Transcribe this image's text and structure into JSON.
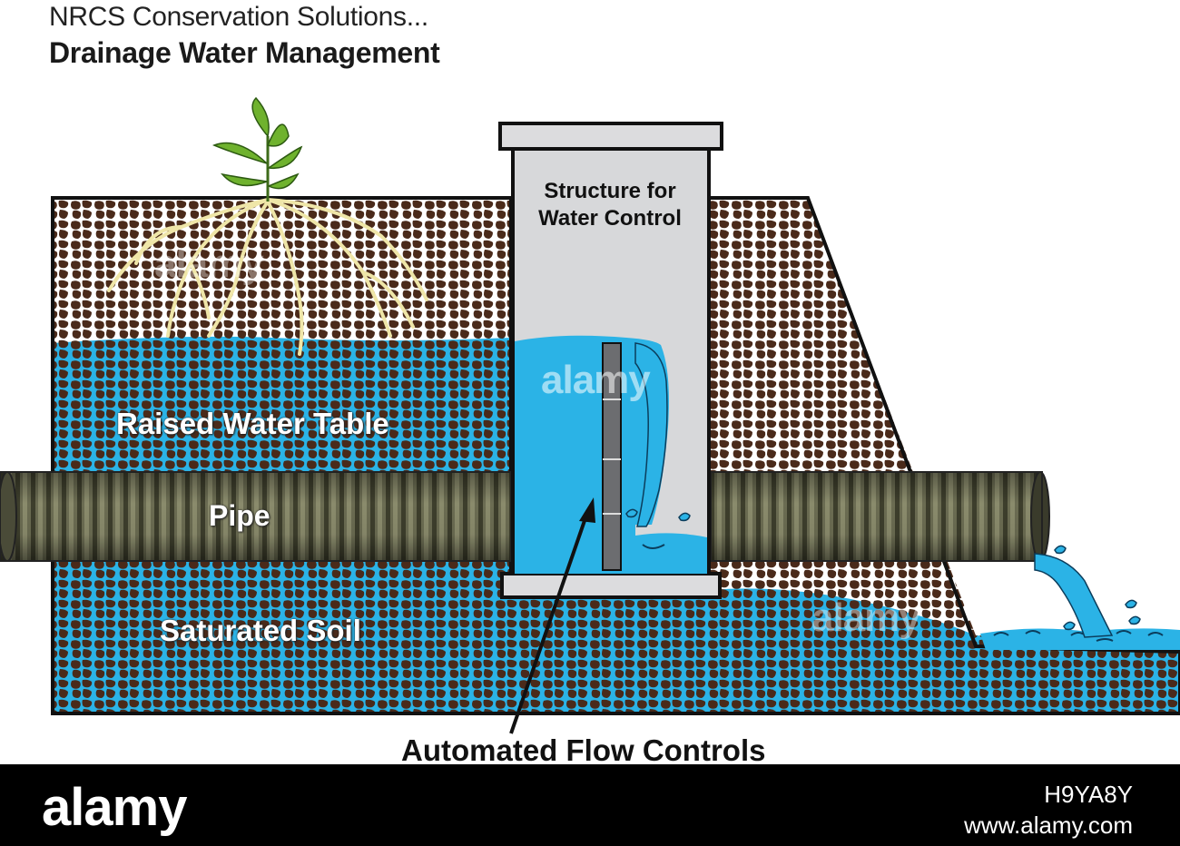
{
  "header": {
    "line1": "NRCS Conservation Solutions...",
    "line2": "Drainage Water Management"
  },
  "labels": {
    "structure": "Structure for",
    "structure_line2": "Water Control",
    "raised_water_table": "Raised Water Table",
    "pipe": "Pipe",
    "saturated_soil": "Saturated Soil",
    "automated_flow_controls": "Automated Flow Controls"
  },
  "footer": {
    "logo": "alamy",
    "image_id": "H9YA8Y",
    "url": "www.alamy.com"
  },
  "watermark": "alamy",
  "colors": {
    "soil_brown": "#4a2a1a",
    "water_blue": "#2bb3e6",
    "pipe_olive": "#5d5e45",
    "structure_gray": "#d7d8da",
    "root_cream": "#efe6a8",
    "leaf_green": "#6fb22e"
  }
}
